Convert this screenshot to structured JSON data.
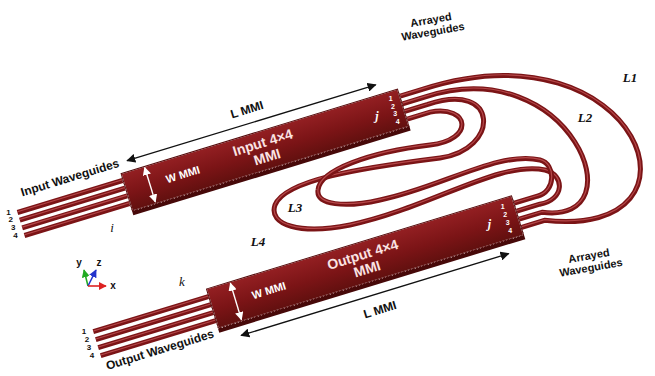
{
  "diagram": {
    "nodes": [
      {
        "text": [
          "Input 4×4 MMI"
        ]
      },
      {
        "text": [
          "Output 4×4 MMI"
        ]
      }
    ],
    "edges": [
      {
        "from": 0,
        "to": 1,
        "arrow": "none",
        "label": "L1"
      },
      {
        "from": 0,
        "to": 1,
        "arrow": "none",
        "label": "L2"
      },
      {
        "from": 0,
        "to": 1,
        "arrow": "none",
        "label": "L3"
      },
      {
        "from": 0,
        "to": 1,
        "arrow": "none",
        "label": "L4"
      }
    ],
    "labels": [
      "Input Waveguides",
      "1",
      "2",
      "3",
      "4",
      "i",
      "W MMI",
      "L MMI",
      "Arrayed Waveguides",
      "1",
      "2",
      "3",
      "4",
      "j",
      "W MMI",
      "L MMI",
      "Arrayed Waveguides",
      "1",
      "2",
      "3",
      "4",
      "j",
      "k",
      "1",
      "2",
      "3",
      "4",
      "Output Waveguides",
      "y",
      "z",
      "x"
    ]
  }
}
